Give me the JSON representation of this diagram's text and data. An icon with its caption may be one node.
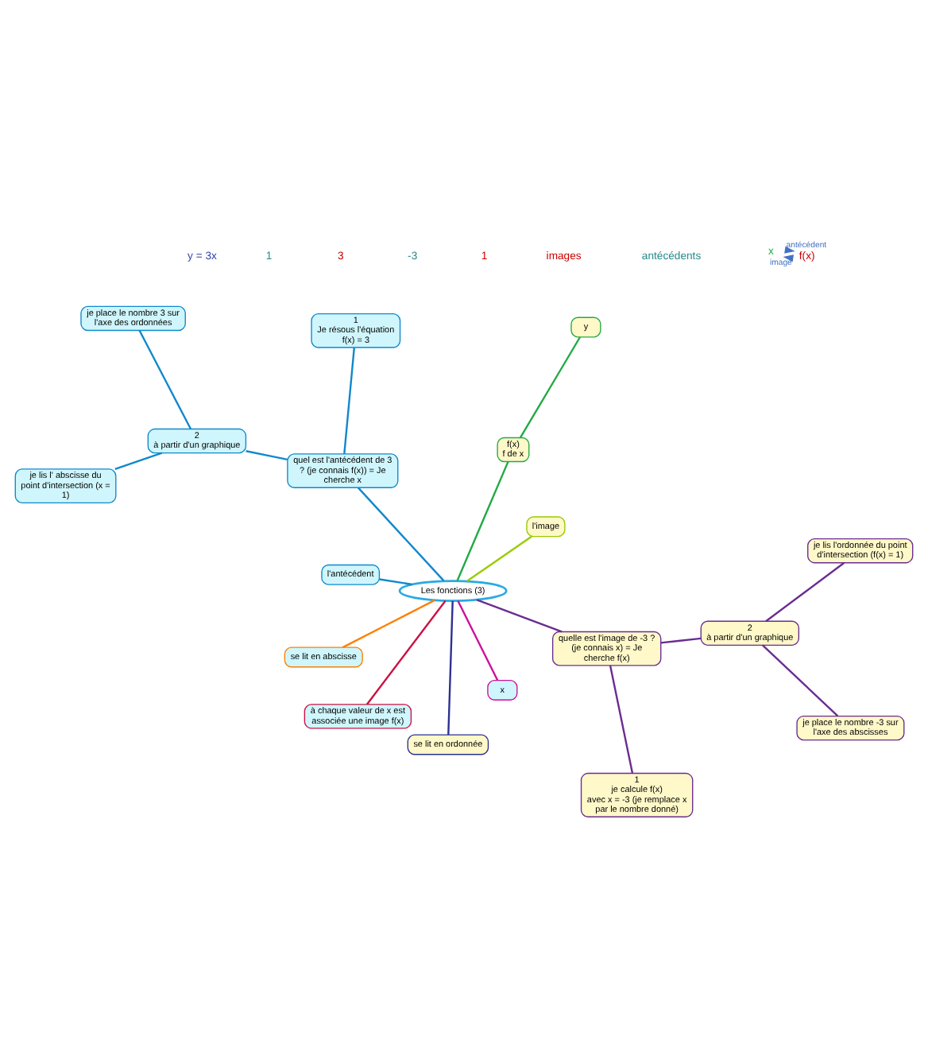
{
  "diagram": {
    "nodes": [
      {
        "text": [
          "Les fonctions (3)"
        ]
      },
      {
        "text": [
          "l'image"
        ]
      },
      {
        "text": [
          "se lit en ordonnée"
        ]
      },
      {
        "text": [
          "f(x)",
          "f de x"
        ]
      },
      {
        "text": [
          "y"
        ]
      },
      {
        "text": [
          "l'antécédent"
        ]
      },
      {
        "text": [
          "se lit en abscisse"
        ]
      },
      {
        "text": [
          "x"
        ]
      },
      {
        "text": [
          "à chaque valeur de x est associée une image f(x)"
        ]
      },
      {
        "text": [
          "quelle est l'image de -3 ? (je connais x) = Je cherche f(x)"
        ]
      },
      {
        "text": [
          "1",
          "je calcule f(x)",
          "avec x = -3 (je remplace x par le nombre donné)"
        ]
      },
      {
        "text": [
          "2",
          "à partir d'un graphique"
        ]
      },
      {
        "text": [
          "je place le nombre -3 sur l'axe des abscisses"
        ]
      },
      {
        "text": [
          "je lis l'ordonnée du point d'intersection (f(x) = 1)"
        ]
      },
      {
        "text": [
          "quel est l'antécédent de 3 ? (je connais f(x)) = Je cherche x"
        ]
      },
      {
        "text": [
          "1",
          "Je résous l'équation",
          "f(x) = 3"
        ]
      },
      {
        "text": [
          "2",
          "à partir d'un graphique"
        ]
      },
      {
        "text": [
          "je place le nombre 3 sur l'axe des ordonnées"
        ]
      },
      {
        "text": [
          "je lis l' abscisse du point d'intersection (x = 1)"
        ]
      },
      {
        "text": [
          "x"
        ]
      },
      {
        "text": [
          "f(x)"
        ]
      }
    ],
    "edges": [
      {
        "from": 0,
        "to": 1,
        "arrow": "none",
        "color": "#99cc00"
      },
      {
        "from": 0,
        "to": 2,
        "arrow": "none",
        "color": "#2e3192"
      },
      {
        "from": 0,
        "to": 3,
        "arrow": "none",
        "color": "#22aa44"
      },
      {
        "from": 3,
        "to": 4,
        "arrow": "none",
        "color": "#22aa44"
      },
      {
        "from": 0,
        "to": 5,
        "arrow": "none",
        "color": "#1188cc"
      },
      {
        "from": 0,
        "to": 6,
        "arrow": "none",
        "color": "#ff7f00"
      },
      {
        "from": 0,
        "to": 7,
        "arrow": "none",
        "color": "#cc1199"
      },
      {
        "from": 0,
        "to": 8,
        "arrow": "none",
        "color": "#cc1144"
      },
      {
        "from": 0,
        "to": 9,
        "arrow": "none",
        "color": "#6a2c91"
      },
      {
        "from": 9,
        "to": 10,
        "arrow": "none",
        "color": "#6a2c91"
      },
      {
        "from": 9,
        "to": 11,
        "arrow": "none",
        "color": "#6a2c91"
      },
      {
        "from": 11,
        "to": 12,
        "arrow": "none",
        "color": "#6a2c91"
      },
      {
        "from": 11,
        "to": 13,
        "arrow": "none",
        "color": "#6a2c91"
      },
      {
        "from": 0,
        "to": 14,
        "arrow": "none",
        "color": "#1188cc"
      },
      {
        "from": 14,
        "to": 15,
        "arrow": "none",
        "color": "#1188cc"
      },
      {
        "from": 14,
        "to": 16,
        "arrow": "none",
        "color": "#1188cc"
      },
      {
        "from": 16,
        "to": 17,
        "arrow": "none",
        "color": "#1188cc"
      },
      {
        "from": 16,
        "to": 18,
        "arrow": "none",
        "color": "#1188cc"
      },
      {
        "from": 19,
        "to": 20,
        "arrow": "to",
        "label": "antécédent",
        "color": "#4472c4"
      },
      {
        "from": 20,
        "to": 19,
        "arrow": "to",
        "label": "image",
        "color": "#4472c4"
      }
    ],
    "labels": [
      "images",
      "1",
      "-3",
      "antécédents",
      "3",
      "1",
      "y = 3x"
    ]
  }
}
